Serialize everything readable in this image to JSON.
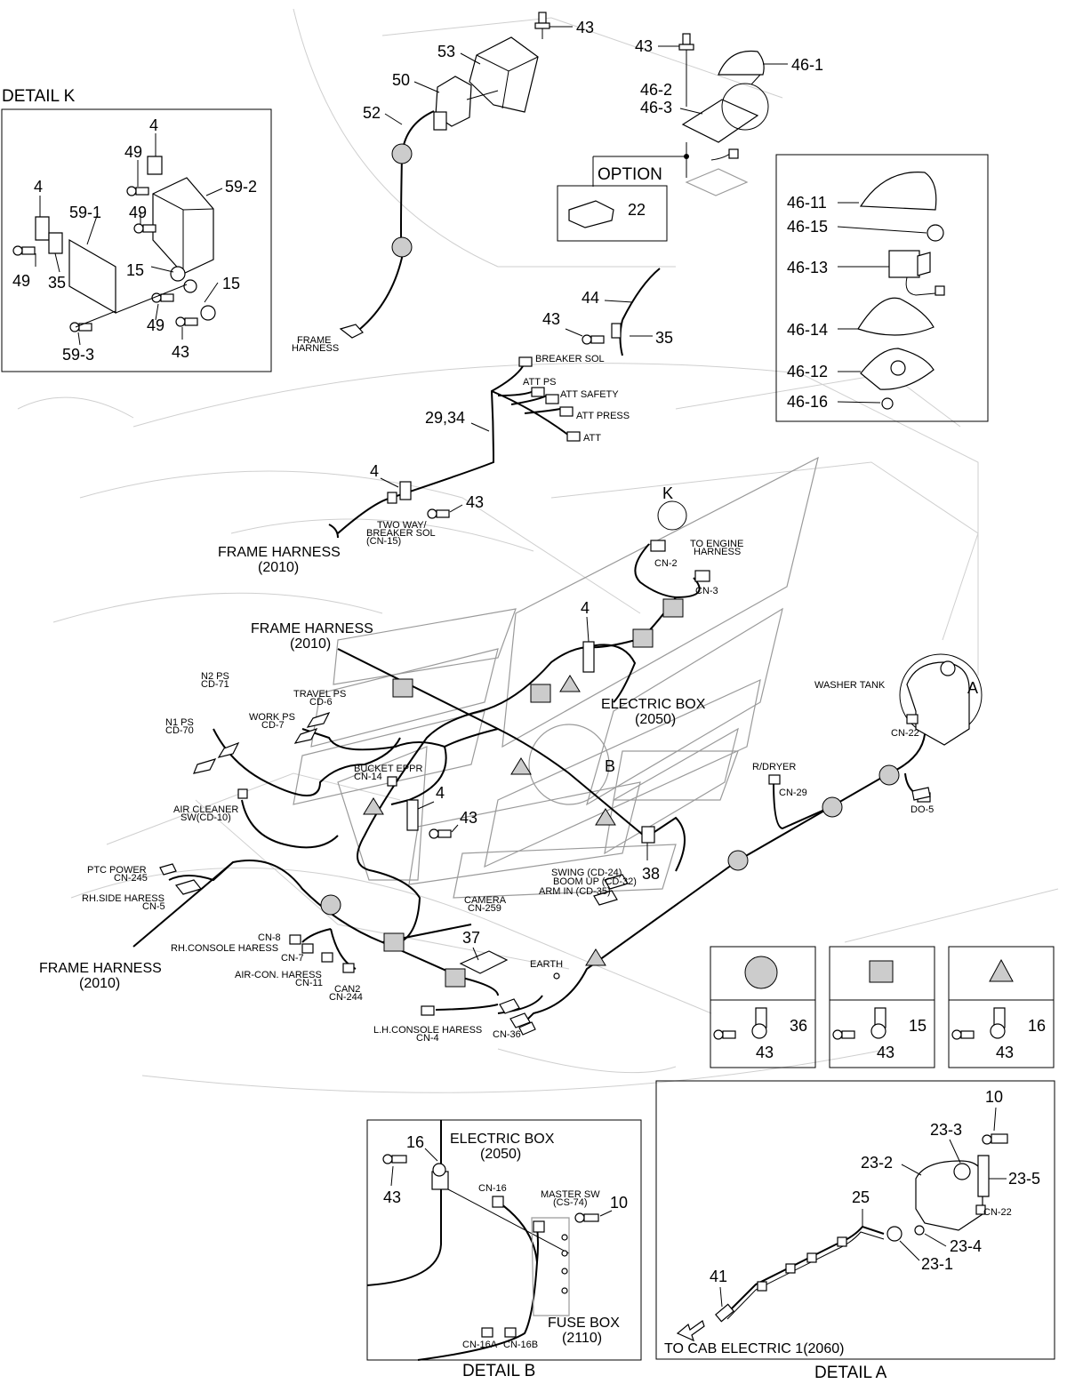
{
  "labels": {
    "detail_k": "DETAIL K",
    "detail_b": "DETAIL B",
    "detail_a": "DETAIL A",
    "option": "OPTION",
    "frame_harness": "FRAME HARNESS",
    "frame_harness_code": "(2010)",
    "electric_box": "ELECTRIC BOX",
    "electric_box_code": "(2050)",
    "fuse_box": "FUSE BOX",
    "fuse_box_code": "(2110)",
    "washer_tank": "WASHER TANK",
    "to_cab_electric": "TO CAB ELECTRIC 1(2060)",
    "frame_small_1": "FRAME",
    "frame_small_2": "HARNESS",
    "to_engine_1": "TO ENGINE",
    "to_engine_2": "HARNESS",
    "two_way_1": "TWO WAY/",
    "two_way_2": "BREAKER SOL",
    "two_way_3": "(CN-15)",
    "breaker_sol": "BREAKER SOL",
    "att_ps": "ATT  PS",
    "att_safety": "ATT SAFETY",
    "att_press": "ATT PRESS",
    "att": "ATT",
    "n2_ps": "N2 PS",
    "cd71": "CD-71",
    "n1_ps": "N1 PS",
    "cd70": "CD-70",
    "travel_ps": "TRAVEL PS",
    "cd6": "CD-6",
    "work_ps": "WORK PS",
    "cd7": "CD-7",
    "bucket_eppr": "BUCKET EPPR",
    "cn14": "CN-14",
    "air_cleaner_1": "AIR CLEANER",
    "air_cleaner_2": "SW(CD-10)",
    "ptc_power": "PTC POWER",
    "cn245": "CN-245",
    "rh_side": "RH.SIDE HARESS",
    "cn5": "CN-5",
    "camera": "CAMERA",
    "cn259": "CN-259",
    "cn8": "CN-8",
    "rh_console": "RH.CONSOLE HARESS",
    "cn7": "CN-7",
    "aircon": "AIR-CON. HARESS",
    "cn11": "CN-11",
    "can2": "CAN2",
    "cn244": "CN-244",
    "lh_console": "L.H.CONSOLE HARESS",
    "cn4": "CN-4",
    "cn36": "CN-36",
    "earth": "EARTH",
    "swing": "SWING (CD-24)",
    "boom_up": "BOOM UP (CD-32)",
    "arm_in": "ARM IN (CD-35)",
    "r_dryer": "R/DRYER",
    "cn29": "CN-29",
    "cn22": "CN-22",
    "do5": "DO-5",
    "cn2": "CN-2",
    "cn3": "CN-3",
    "cn16": "CN-16",
    "master_sw": "MASTER SW",
    "cs74": "(CS-74)",
    "cn16a": "CN-16A",
    "cn16b": "CN-16B",
    "callout_a": "A",
    "callout_b": "B",
    "callout_k": "K"
  },
  "part_numbers": {
    "p4": "4",
    "p10": "10",
    "p15": "15",
    "p16": "16",
    "p22": "22",
    "p25": "25",
    "p2934": "29,34",
    "p35": "35",
    "p36": "36",
    "p37": "37",
    "p38": "38",
    "p41": "41",
    "p43": "43",
    "p44": "44",
    "p49": "49",
    "p50": "50",
    "p52": "52",
    "p53": "53",
    "p46_1": "46-1",
    "p46_2": "46-2",
    "p46_3": "46-3",
    "p46_11": "46-11",
    "p46_12": "46-12",
    "p46_13": "46-13",
    "p46_14": "46-14",
    "p46_15": "46-15",
    "p46_16": "46-16",
    "p59_1": "59-1",
    "p59_2": "59-2",
    "p59_3": "59-3",
    "p23_1": "23-1",
    "p23_2": "23-2",
    "p23_3": "23-3",
    "p23_4": "23-4",
    "p23_5": "23-5"
  },
  "clamp_legend": [
    {
      "symbol": "circle-marker-icon",
      "clamp_part": "36",
      "bolt_part": "43"
    },
    {
      "symbol": "square-marker-icon",
      "clamp_part": "15",
      "bolt_part": "43"
    },
    {
      "symbol": "triangle-marker-icon",
      "clamp_part": "16",
      "bolt_part": "43"
    }
  ]
}
